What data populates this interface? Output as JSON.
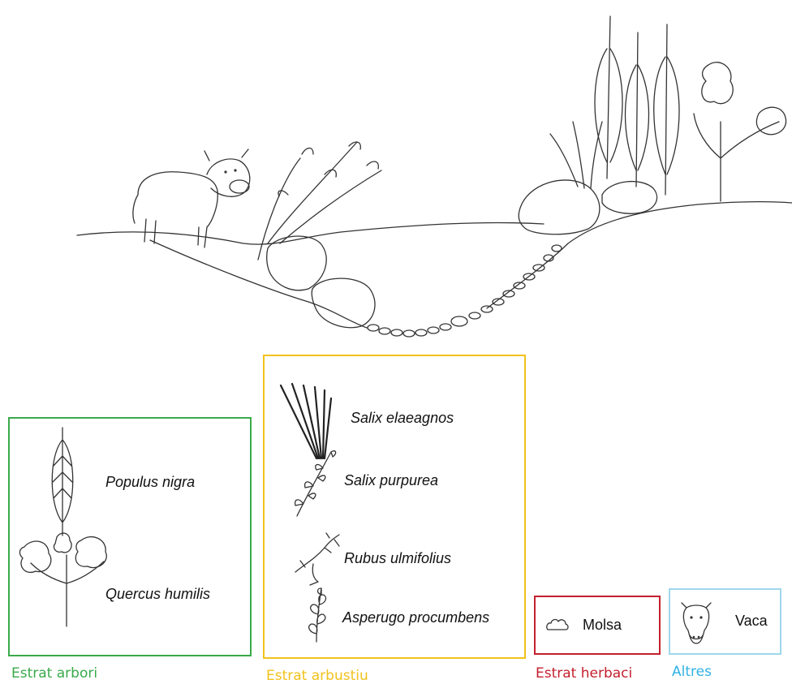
{
  "legend": {
    "arbori": {
      "caption": "Estrat arbori",
      "color": "#3aaa4a",
      "items": [
        {
          "label": "Populus nigra",
          "icon": "poplar-icon"
        },
        {
          "label": "Quercus humilis",
          "icon": "oak-icon"
        }
      ]
    },
    "arbustiu": {
      "caption": "Estrat arbustiu",
      "color": "#f2c21b",
      "items": [
        {
          "label": "Salix elaeagnos",
          "icon": "willow-grass-icon"
        },
        {
          "label": "Salix purpurea",
          "icon": "willow-branch-icon"
        },
        {
          "label": "Rubus ulmifolius",
          "icon": "bramble-icon"
        },
        {
          "label": "Asperugo procumbens",
          "icon": "asperugo-icon"
        }
      ]
    },
    "herbaci": {
      "caption": "Estrat herbaci",
      "color": "#c4202e",
      "items": [
        {
          "label": "Molsa",
          "icon": "moss-icon"
        }
      ]
    },
    "altres": {
      "caption": "Altres",
      "color": "#2fb2e4",
      "items": [
        {
          "label": "Vaca",
          "icon": "cow-icon"
        }
      ]
    }
  }
}
